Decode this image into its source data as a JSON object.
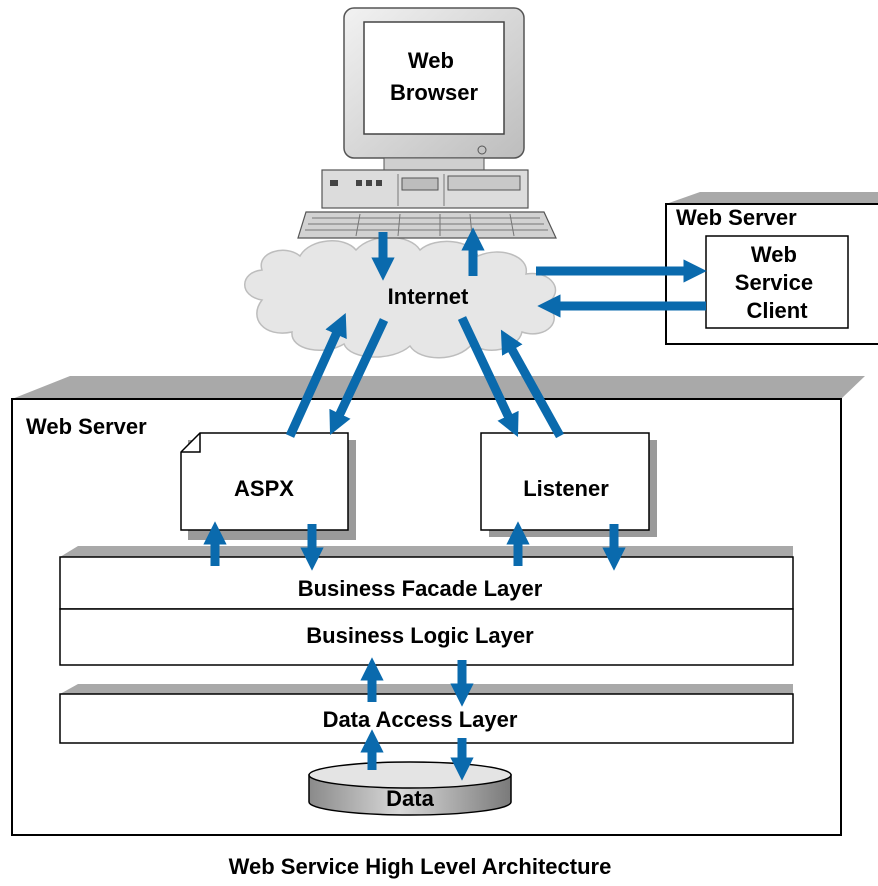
{
  "diagram": {
    "title": "Web Service High Level Architecture",
    "browser_label": [
      "Web",
      "Browser"
    ],
    "internet_label": "Internet",
    "remote_server": {
      "title": "Web Server",
      "client_label": [
        "Web",
        "Service",
        "Client"
      ]
    },
    "main_server": {
      "title": "Web Server",
      "aspx_label": "ASPX",
      "listener_label": "Listener",
      "business_facade_label": "Business Facade Layer",
      "business_logic_label": "Business Logic Layer",
      "data_access_label": "Data Access Layer",
      "data_label": "Data"
    },
    "colors": {
      "arrow": "#0a6aad",
      "shadow": "#a9a9a9",
      "cloud": "#e6e6e6",
      "line": "#000000"
    }
  }
}
